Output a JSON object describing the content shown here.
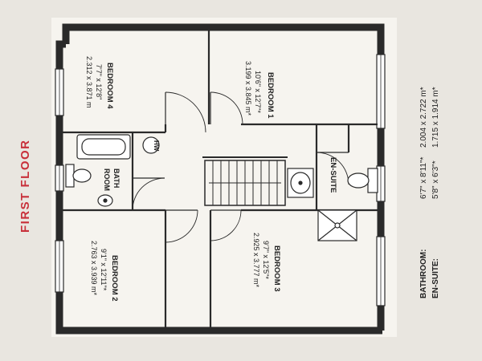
{
  "heading": "FIRST FLOOR",
  "rooms": {
    "bedroom4": {
      "name": "BEDROOM 4",
      "imperial": "7'7\" x 12'8\"",
      "metric": "2.312 x 3.871 m"
    },
    "bedroom1": {
      "name": "BEDROOM 1",
      "imperial": "10'6\" x 12'7\"*",
      "metric": "3.199 x 3.845 m*"
    },
    "bedroom2": {
      "name": "BEDROOM 2",
      "imperial": "9'1\" x 12'11\"*",
      "metric": "2.763 x 3.939 m*"
    },
    "bedroom3": {
      "name": "BEDROOM 3",
      "imperial": "9'7\" x 12'5\"*",
      "metric": "2.925 x 3.777 m*"
    },
    "bath": {
      "line1": "BATH",
      "line2": "ROOM"
    },
    "ensuite": {
      "name": "EN-SUITE"
    },
    "hw": {
      "label": "HW"
    }
  },
  "schedule": {
    "bathroom": {
      "label": "BATHROOM:",
      "imperial": "6'7\" x 8'11\"*",
      "metric": "2.004 x 2.722 m*"
    },
    "ensuite": {
      "label": "EN-SUITE:",
      "imperial": "5'8\" x 6'3\"*",
      "metric": "1.715 x 1.914 m*"
    }
  },
  "colors": {
    "heading": "#c8303a",
    "wall": "#2a2a2a",
    "page": "#e9e6e0",
    "paper": "#f6f4ef",
    "window": "#ffffff"
  }
}
